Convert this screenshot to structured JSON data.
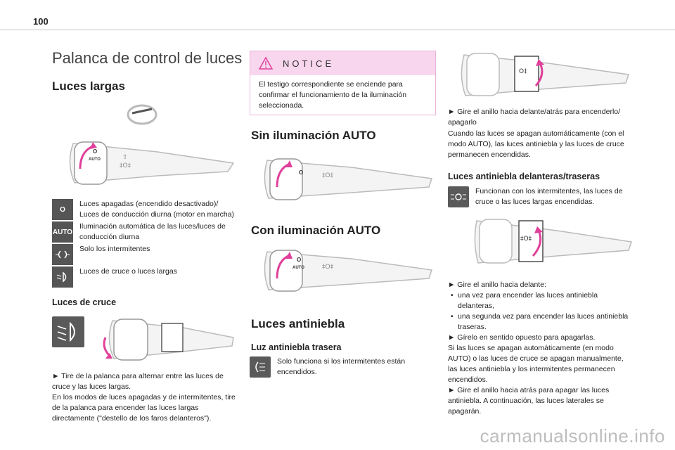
{
  "page_number": "100",
  "title": "Palanca de control de luces",
  "col1": {
    "h_luces_largas": "Luces largas",
    "legend": [
      {
        "icon": "O",
        "text": "Luces apagadas (encendido desactivado)/ Luces de conducción diurna (motor en marcha)"
      },
      {
        "icon": "AUTO",
        "text": "Iluminación automática de las luces/luces de conducción diurna"
      },
      {
        "icon": "sidelights-icon",
        "text": "Solo los intermitentes"
      },
      {
        "icon": "low-beam-icon",
        "text": "Luces de cruce o luces largas"
      }
    ],
    "h_luces_cruce": "Luces de cruce",
    "cruce_text": [
      "► Tire de la palanca para alternar entre las luces de cruce y las luces largas.",
      "En los modos de luces apagadas y de intermitentes, tire de la palanca para encender las luces largas directamente (\"destello de los faros delanteros\")."
    ]
  },
  "col2": {
    "notice_title": "NOTICE",
    "notice_text": "El testigo correspondiente se enciende para confirmar el funcionamiento de la iluminación seleccionada.",
    "h_sin_auto": "Sin iluminación AUTO",
    "h_con_auto": "Con iluminación AUTO",
    "h_antiniebla": "Luces antiniebla",
    "h_trasera": "Luz antiniebla trasera",
    "trasera_text": "Solo funciona si los intermitentes están encendidos."
  },
  "col3": {
    "ring_text": [
      "► Gire el anillo hacia delante/atrás para encenderlo/ apagarlo",
      "Cuando las luces se apagan automáticamente (con el modo AUTO), las luces antiniebla y las luces de cruce permanecen encendidas."
    ],
    "h_del_tras": "Luces antiniebla delanteras/traseras",
    "del_tras_text": "Funcionan con los intermitentes, las luces de cruce o las luces largas encendidas.",
    "steps_intro": "► Gire el anillo hacia delante:",
    "bullets": [
      "una vez para encender las luces antiniebla delanteras,",
      "una segunda vez para encender las luces antiniebla traseras."
    ],
    "steps_after": [
      "► Gírelo en sentido opuesto para apagarlas.",
      "Si las luces se apagan automáticamente (en modo AUTO) o las luces de cruce se apagan manualmente, las luces antiniebla y los intermitentes permanecen encendidos.",
      "► Gire el anillo hacia atrás para apagar las luces antiniebla. A continuación, las luces laterales se apagarán."
    ]
  },
  "watermark": "carmanualsonline.info",
  "colors": {
    "accent_pink": "#e0409a",
    "notice_bg": "#f8d7ee",
    "icon_bg": "#555555"
  }
}
